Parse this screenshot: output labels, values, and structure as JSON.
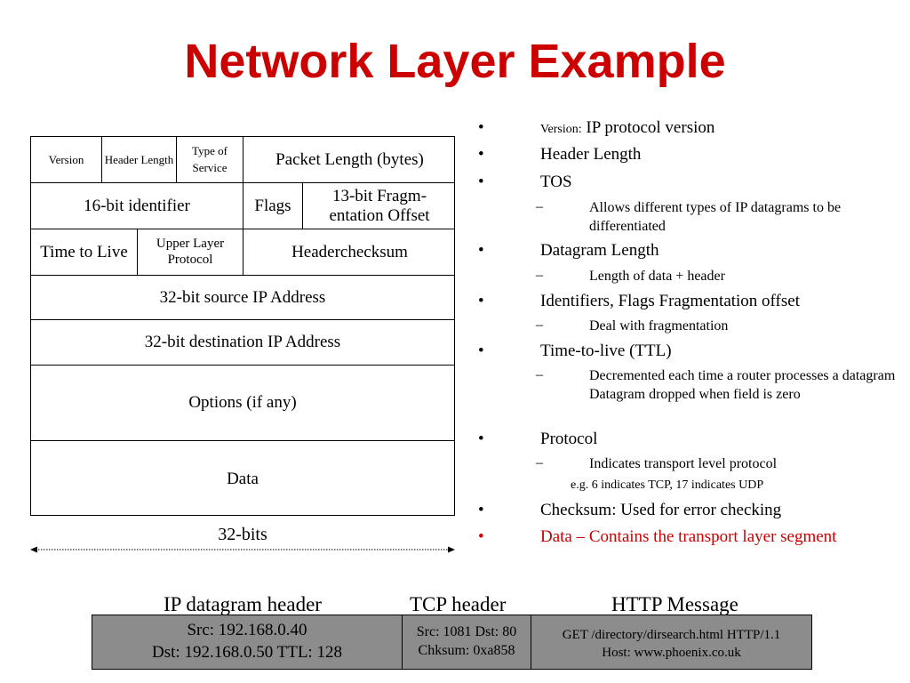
{
  "title": "Network Layer Example",
  "header_diagram": {
    "row1": {
      "version": "Version",
      "header_length": "Header Length",
      "tos": "Type of Service",
      "packet_length": "Packet Length (bytes)"
    },
    "row2": {
      "identifier": "16-bit identifier",
      "flags": "Flags",
      "fragment_offset": "13-bit Fragm- entation Offset"
    },
    "row3": {
      "ttl": "Time to Live",
      "protocol": "Upper Layer Protocol",
      "checksum": "Headerchecksum"
    },
    "src": "32-bit source IP Address",
    "dst": "32-bit destination IP Address",
    "options": "Options (if any)",
    "data": "Data",
    "width_label": "32-bits"
  },
  "bullets": {
    "version_prefix": "Version:",
    "version_text": "IP protocol version",
    "header_length": "Header Length",
    "tos": "TOS",
    "tos_sub": "Allows different types of IP datagrams to be differentiated",
    "datagram_length": "Datagram Length",
    "datagram_length_sub": "Length of data + header",
    "identifiers": "Identifiers, Flags Fragmentation offset",
    "identifiers_sub": "Deal with fragmentation",
    "ttl": "Time-to-live (TTL)",
    "ttl_sub": "Decremented each time a router processes a datagram Datagram dropped when field is zero",
    "protocol": "Protocol",
    "protocol_sub": "Indicates transport level protocol",
    "protocol_example": "e.g. 6 indicates TCP, 17 indicates UDP",
    "checksum": "Checksum: Used for error checking",
    "data": "Data – Contains the transport layer segment",
    "bullet_char": "•",
    "dash_char": "–"
  },
  "packet_example": {
    "ip_caption": "IP datagram header",
    "tcp_caption": "TCP header",
    "http_caption": "HTTP Message",
    "ip_line1": "Src: 192.168.0.40",
    "ip_line2": "Dst: 192.168.0.50 TTL: 128",
    "tcp_line1": "Src: 1081 Dst: 80",
    "tcp_line2": "Chksum: 0xa858",
    "http_line1": "GET /directory/dirsearch.html HTTP/1.1",
    "http_line2": "Host: www.phoenix.co.uk"
  },
  "colors": {
    "accent": "#cc0000",
    "band": "#8c8c8c"
  }
}
